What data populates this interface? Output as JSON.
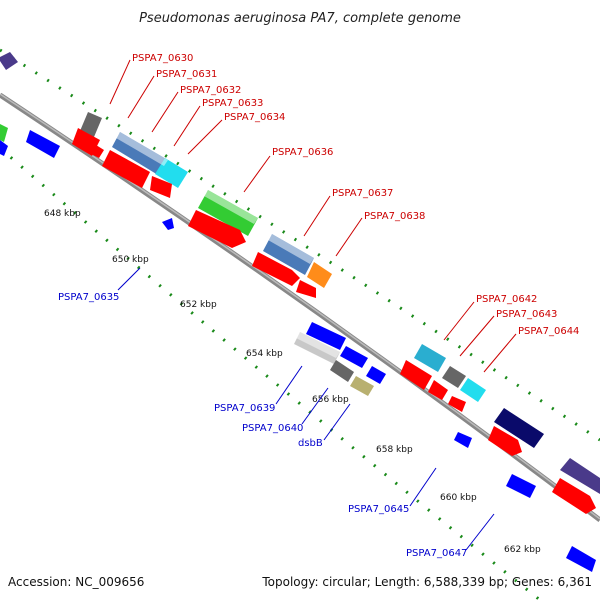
{
  "title": "Pseudomonas aeruginosa PA7, complete genome",
  "footer": {
    "accession": "Accession: NC_009656",
    "topology": "Topology: circular; Length: 6,588,339 bp; Genes: 6,361"
  },
  "ticks": [
    "648 kbp",
    "650 kbp",
    "652 kbp",
    "654 kbp",
    "656 kbp",
    "658 kbp",
    "660 kbp",
    "662 kbp"
  ],
  "labels_forward": [
    "PSPA7_0630",
    "PSPA7_0631",
    "PSPA7_0632",
    "PSPA7_0633",
    "PSPA7_0634",
    "PSPA7_0636",
    "PSPA7_0637",
    "PSPA7_0638",
    "PSPA7_0642",
    "PSPA7_0643",
    "PSPA7_0644"
  ],
  "labels_reverse": [
    "PSPA7_0635",
    "PSPA7_0639",
    "PSPA7_0640",
    "dsbB",
    "PSPA7_0645",
    "PSPA7_0647"
  ],
  "colors": {
    "forward_label": "#cc0000",
    "reverse_label": "#0000cc",
    "backbone": "#888888",
    "tick_dot": "#1a8a1a",
    "red": "#ff0000",
    "blue": "#0000ff",
    "green": "#33cc33",
    "steelblue": "#4a7ab8",
    "cyan": "#22ddee",
    "gray": "#666666",
    "silver": "#c8c8c8",
    "orange": "#ff8c1a",
    "khaki": "#b8b070",
    "navy": "#0a0a6a",
    "indigo": "#4a3a8a",
    "teal": "#2aaed0"
  }
}
